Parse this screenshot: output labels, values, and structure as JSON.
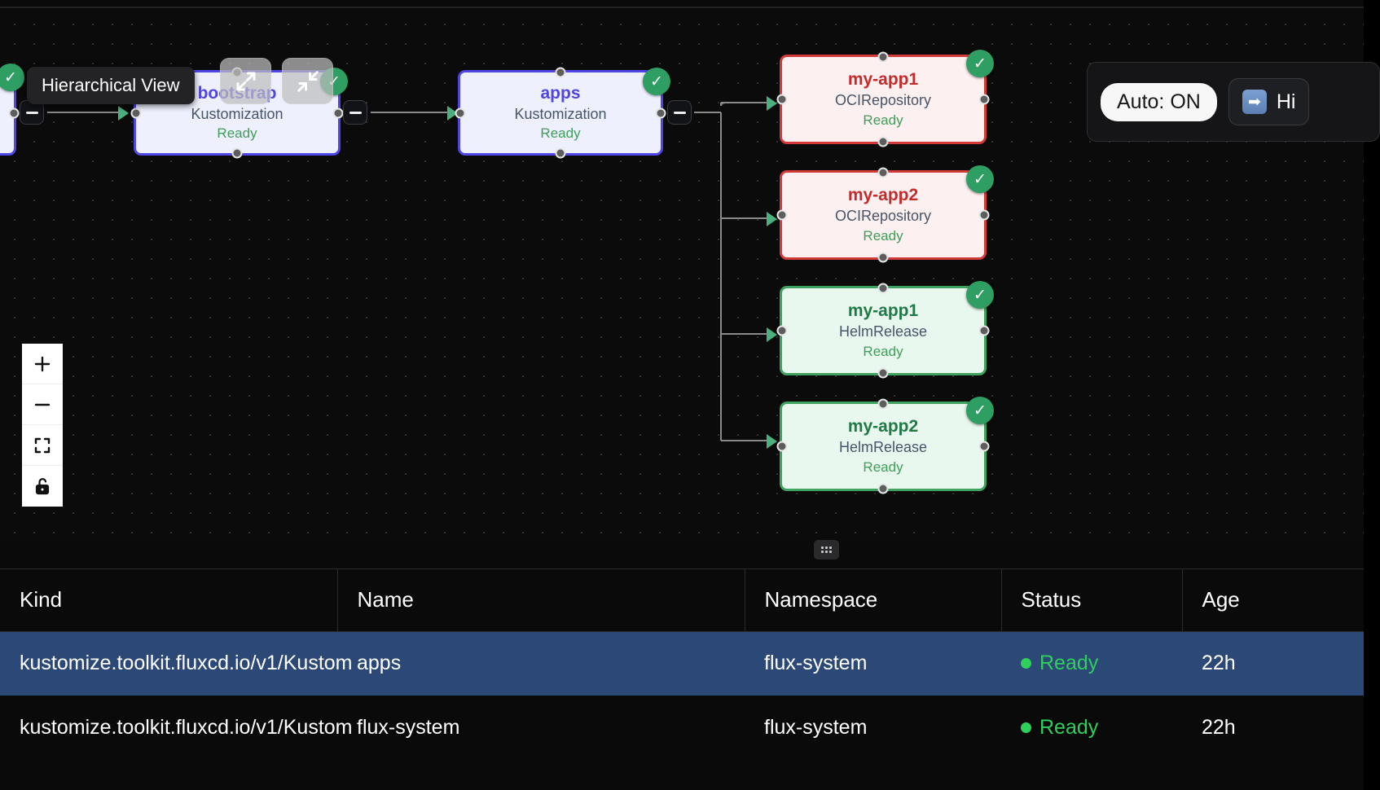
{
  "tooltip": {
    "text": "Hierarchical View"
  },
  "toolbar": {
    "expand_label": "expand-view",
    "collapse_label": "collapse-view"
  },
  "zoom_controls": [
    {
      "name": "zoom-in",
      "glyph": "+"
    },
    {
      "name": "zoom-out",
      "glyph": "−"
    },
    {
      "name": "fit-view",
      "glyph": "fit"
    },
    {
      "name": "toggle-lock",
      "glyph": "unlocked"
    }
  ],
  "right_panel": {
    "auto_badge": "Auto: ON",
    "hierarchical_button": "Hi",
    "arrow_icon": "➡"
  },
  "graph": {
    "nodes": [
      {
        "id": "partial-left",
        "title": "",
        "kind": "",
        "status": "",
        "type": "kustomization"
      },
      {
        "id": "bootstrap",
        "title": "bootstrap",
        "kind": "Kustomization",
        "status": "Ready",
        "type": "kustomization"
      },
      {
        "id": "apps",
        "title": "apps",
        "kind": "Kustomization",
        "status": "Ready",
        "type": "kustomization"
      },
      {
        "id": "my-app1-oci",
        "title": "my-app1",
        "kind": "OCIRepository",
        "status": "Ready",
        "type": "ocirepository"
      },
      {
        "id": "my-app2-oci",
        "title": "my-app2",
        "kind": "OCIRepository",
        "status": "Ready",
        "type": "ocirepository"
      },
      {
        "id": "my-app1-helm",
        "title": "my-app1",
        "kind": "HelmRelease",
        "status": "Ready",
        "type": "helmrelease"
      },
      {
        "id": "my-app2-helm",
        "title": "my-app2",
        "kind": "HelmRelease",
        "status": "Ready",
        "type": "helmrelease"
      }
    ],
    "check_badge_glyph": "✓",
    "collapse_toggle_label": "−"
  },
  "table": {
    "columns": [
      "Kind",
      "Name",
      "Namespace",
      "Status",
      "Age"
    ],
    "rows": [
      {
        "kind": "kustomize.toolkit.fluxcd.io/v1/Kustom",
        "name": "apps",
        "namespace": "flux-system",
        "status": "Ready",
        "age": "22h",
        "selected": true
      },
      {
        "kind": "kustomize.toolkit.fluxcd.io/v1/Kustom",
        "name": "flux-system",
        "namespace": "flux-system",
        "status": "Ready",
        "age": "22h",
        "selected": false
      }
    ]
  },
  "colors": {
    "kustomization": "#4f46e5",
    "ocirepository": "#d33b3b",
    "helmrelease": "#3fa35f",
    "ready": "#2fcf5c",
    "selected_row": "#2b4876"
  }
}
